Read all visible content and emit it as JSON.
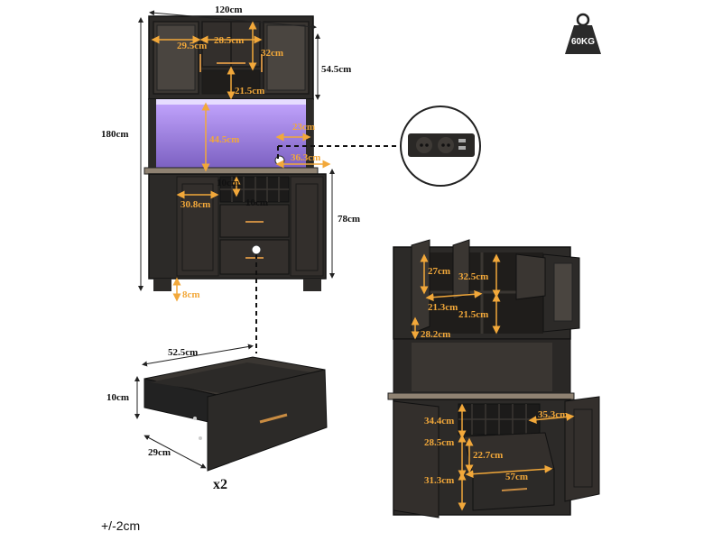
{
  "weight_badge": {
    "icon": "weight-icon",
    "text": "60KG"
  },
  "tolerance": "+/-2cm",
  "quantity": "x2",
  "colors": {
    "cabinet": "#2c2a28",
    "cabinet_dark": "#1c1b1a",
    "dimension": "#f2a83a",
    "led": "#b392f0",
    "countertop": "#8f8272"
  },
  "front_view": {
    "total_width": "120cm",
    "total_height": "180cm",
    "top_cabinet_height": "54.5cm",
    "base_cabinet_height": "78cm",
    "leg_height": "8cm",
    "glass_door_width": "29.5cm",
    "open_shelf_width": "28.5cm",
    "shelf_height": "32cm",
    "lower_shelf_height": "21.5cm",
    "led_space_height": "44.5cm",
    "side_gap": "23cm",
    "socket_offset": "36.3cm",
    "wine_rack_cell_width": "10cm",
    "wine_rack_cell_height": "10cm",
    "side_cabinet_width": "30.8cm"
  },
  "drawer_detail": {
    "width": "52.5cm",
    "height": "10cm",
    "depth": "29cm"
  },
  "open_view": {
    "upper_shelf_height": "27cm",
    "center_shelf_height": "32.5cm",
    "glass_shelf_width": "21.3cm",
    "center_lower_height": "21.5cm",
    "glass_cabinet_width": "28.2cm",
    "wine_rack_height": "34.4cm",
    "side_shelf_width": "35.3cm",
    "cabinet_shelf_height_1": "28.5cm",
    "cabinet_shelf_height_2": "31.3cm",
    "drawer_inner_height": "22.7cm",
    "drawer_width": "57cm"
  }
}
